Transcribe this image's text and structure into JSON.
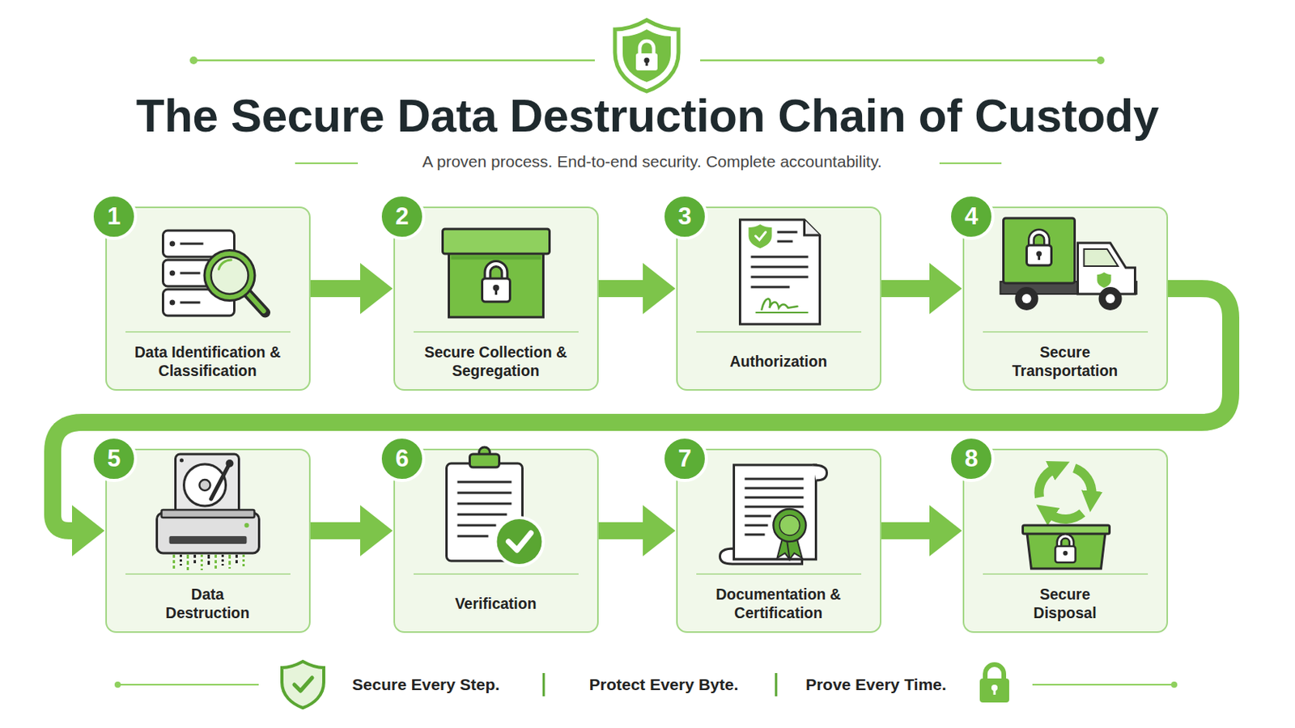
{
  "diagram": {
    "title": "The Secure Data Destruction Chain of Custody",
    "caption": "A proven process. End-to-end security. Complete accountability.",
    "nodes": [
      {
        "text": [
          "1",
          "Data Identification & Classification"
        ]
      },
      {
        "text": [
          "2",
          "Secure Collection & Segregation"
        ]
      },
      {
        "text": [
          "3",
          "Authorization"
        ]
      },
      {
        "text": [
          "4",
          "Secure Transportation"
        ]
      },
      {
        "text": [
          "5",
          "Data Destruction"
        ]
      },
      {
        "text": [
          "6",
          "Verification"
        ]
      },
      {
        "text": [
          "7",
          "Documentation & Certification"
        ]
      },
      {
        "text": [
          "8",
          "Secure Disposal"
        ]
      }
    ],
    "edges": [
      {
        "from": 0,
        "to": 1,
        "arrow": "to"
      },
      {
        "from": 1,
        "to": 2,
        "arrow": "to"
      },
      {
        "from": 2,
        "to": 3,
        "arrow": "to"
      },
      {
        "from": 3,
        "to": 4,
        "arrow": "to"
      },
      {
        "from": 4,
        "to": 5,
        "arrow": "to"
      },
      {
        "from": 5,
        "to": 6,
        "arrow": "to"
      },
      {
        "from": 6,
        "to": 7,
        "arrow": "to"
      }
    ],
    "labels": [
      "Secure Every Step.",
      "Protect Every Byte.",
      "Prove Every Time."
    ]
  }
}
